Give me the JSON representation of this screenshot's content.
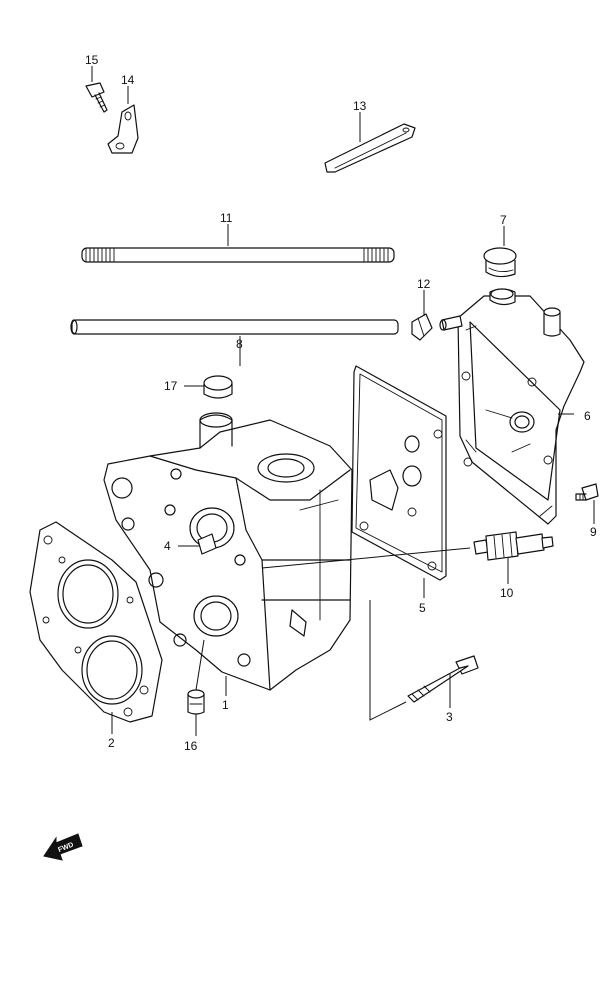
{
  "callouts": {
    "c1": "1",
    "c2": "2",
    "c3": "3",
    "c4": "4",
    "c5": "5",
    "c6": "6",
    "c7": "7",
    "c8": "8",
    "c9": "9",
    "c10": "10",
    "c11": "11",
    "c12": "12",
    "c13": "13",
    "c14": "14",
    "c15": "15",
    "c16": "16",
    "c17": "17"
  },
  "fwd_label": "FWD"
}
